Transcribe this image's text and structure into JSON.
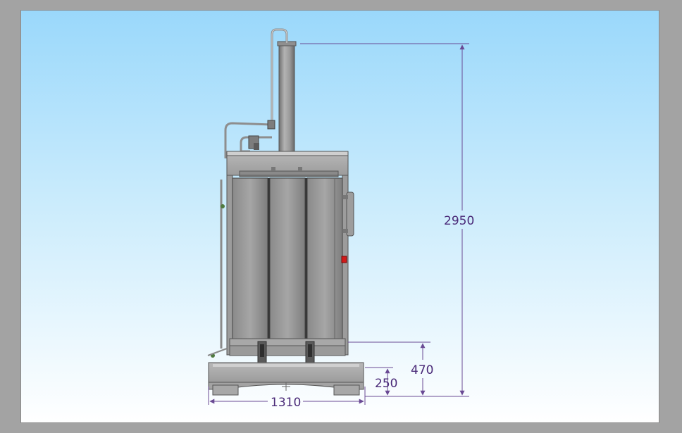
{
  "dimensions": {
    "total_height": "2950",
    "upper_height": "470",
    "base_height": "250",
    "width": "1310"
  },
  "colors": {
    "frame": "#a3a3a3",
    "sky_top": "#9ad8fb",
    "sky_bottom": "#ffffff",
    "dimension_line": "#6a4a94",
    "steel": "#8d8d8d",
    "steel_dark": "#5b5b5b",
    "indicator": "#d11a1a"
  }
}
